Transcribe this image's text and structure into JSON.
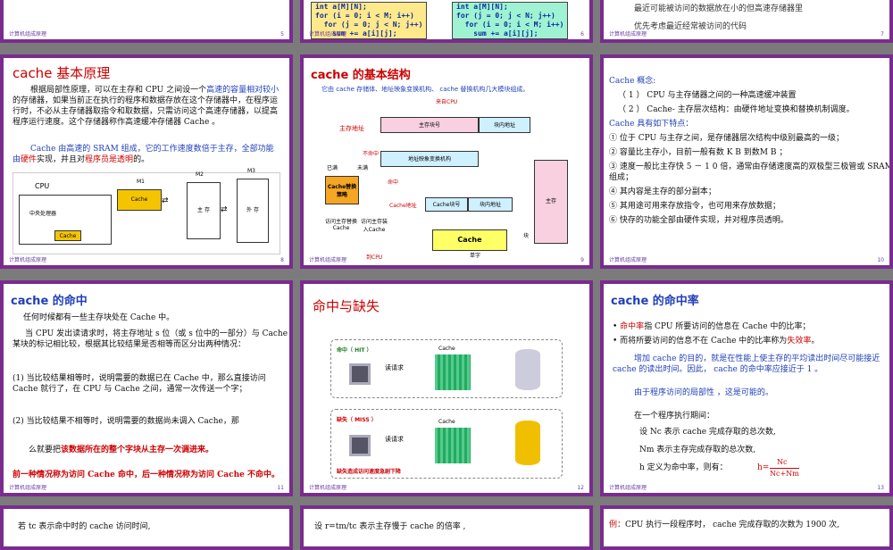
{
  "footer": "计算机组成原理",
  "top": {
    "code1": "int a[M][N];\nfor (i = 0; i < M; i++)\n  for (j = 0; j < N; j++)\n    sum += a[i][j];",
    "code2": "int a[M][N];\nfor (j = 0; j < N; j++)\n  for (i = 0; i < M; i++)\n    sum += a[i][j];",
    "l1": "最近可能被访问的数据放在小的但高速存储器里",
    "l2": "优先考虑最近经常被访问的代码",
    "p5": "5",
    "p6": "6",
    "p7": "7"
  },
  "s8": {
    "title": "cache 基本原理",
    "p1a": "根据局部性原理，可以在主存和 CPU 之间设一个",
    "p1b": "高速的容量相对较小",
    "p1c": "的存储器，如果当前正在执行的程序和数据存放在这个存储器中，在程序运行时，不必从主存储器取指令和取数据，只需访问这个高速存储器，以提高程序运行速度。这个存储器称作高速缓冲存储器 Cache 。",
    "p2a": "Cache 由高速的 SRAM 组成，它的工作速度数倍于主存，全部功能由",
    "p2b": "硬件",
    "p2c": "实现，并且对",
    "p2d": "程序员是透明",
    "p2e": "的。",
    "cpu": "CPU",
    "cpu_inner": "中央处理器",
    "m1": "M1",
    "m2": "M2",
    "m3": "M3",
    "cache": "Cache",
    "cache2": "Cache",
    "mem": "主 存",
    "ext": "外 存",
    "page": "8"
  },
  "s9": {
    "title": "cache 的基本结构",
    "sub": "它由 cache 存储体、地址映象变换机构、 cache 替换机构几大模块组成。",
    "from_cpu": "来自CPU",
    "main_addr": "主存地址",
    "block": "主存块号",
    "inaddr": "块内地址",
    "miss": "不命中",
    "map": "地址映象变换机构",
    "full": "已满",
    "notfull": "未满",
    "repl": "Cache替换策略",
    "hit": "命中",
    "caddr": "Cache地址",
    "cblock": "Cache块号",
    "cinaddr": "块内地址",
    "mainmem": "主存",
    "cache": "Cache",
    "blk": "块",
    "word": "单字",
    "tocpu": "到CPU",
    "r1": "访问主存替换Cache",
    "r2": "访问主存装入Cache",
    "page": "9"
  },
  "s10": {
    "h1": "Cache 概念:",
    "c1": "（ 1 ） CPU 与主存储器之间的一种高速缓冲装置",
    "c2": "（ 2 ） Cache- 主存层次结构：由硬件地址变换和替换机制调度。",
    "h2": "Cache 具有如下特点：",
    "f1": "① 位于 CPU 与主存之间，是存储器层次结构中级别最高的一级；",
    "f2": "② 容量比主存小，目前一般有数 K B 到数M B ；",
    "f3": "③ 速度一般比主存快 5 － 1 0 倍，通常由存储速度高的双极型三极管或 SRAM 组成；",
    "f4": "④ 其内容是主存的部分副本；",
    "f5": "⑤ 其用途可用来存放指令，也可用来存放数据；",
    "f6": "⑥ 快存的功能全部由硬件实现，并对程序员透明。",
    "page": "10"
  },
  "s11": {
    "title": "cache 的命中",
    "l1": "任何时候都有一些主存块处在 Cache 中。",
    "l2": "当 CPU 发出读请求时，将主存地址 s 位（或 s 位中的一部分）与 Cache 某块的标记相比较，根据其比较结果是否相等而区分出两种情况：",
    "l3": "(1) 当比较结果相等时，说明需要的数据已在 Cache 中，那么直接访问 Cache 就行了，在 CPU 与 Cache 之间，通常一次传送一个字；",
    "l4": "(2) 当比较结果不相等时，说明需要的数据尚未调入 Cache，那",
    "l5a": "么就要把",
    "l5b": "该数据所在的整个字块从主存一次调进来。",
    "l6": "前一种情况称为访问 Cache 命中，后一种情况称为访问 Cache 不命中。",
    "page": "11"
  },
  "s12": {
    "title": "命中与缺失",
    "hit": "命中（ HIT ）",
    "miss": "缺失（ MISS ）",
    "req1": "读请求",
    "req2": "读请求",
    "cache1": "Cache",
    "cache2": "Cache",
    "note": "缺失造成访问速度急剧下降",
    "page": "12"
  },
  "s13": {
    "title": "cache 的命中率",
    "b1a": "命中率",
    "b1b": "指 CPU 所要访问的信息在 Cache 中的比率；",
    "b2a": "而将所要访问的信息不在 Cache 中的比率称为",
    "b2b": "失效率",
    "b2c": "。",
    "p1": "增加 cache 的目的，就是在性能上使主存的平均读出时间尽可能接近 cache 的读出时间。因此， cache 的命中率应接近于 1 。",
    "p2": "由于程序访问的局部性 ，这是可能的。",
    "p3": "在一个程序执行期间：",
    "p4": "设 Nc 表示 cache 完成存取的总次数,",
    "p5": "Nm 表示主存完成存取的总次数,",
    "p6": "h 定义为命中率，则有：",
    "num": "Nc",
    "den": "Nc+Nm",
    "h": "h=",
    "page": "13"
  },
  "bottom": {
    "a": "若 tc 表示命中时的 cache 访问时间,",
    "b": "设 r=tm/tc 表示主存慢于 cache 的倍率 ,",
    "c1": "例：",
    "c2": "CPU 执行一段程序时， cache 完成存取的次数为 1900 次,"
  }
}
